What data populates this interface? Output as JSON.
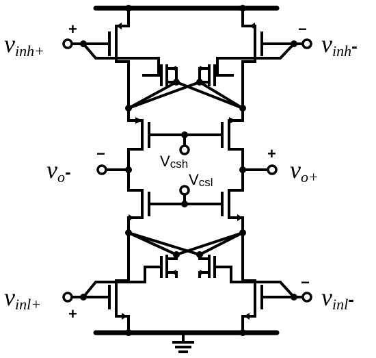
{
  "diagram": {
    "labels": {
      "vinh_plus": {
        "main": "v",
        "sub": "inh+"
      },
      "vinh_minus": {
        "main": "v",
        "sub": "inh",
        "suffix": "-"
      },
      "vo_minus": {
        "main": "v",
        "sub": "o",
        "suffix": "-"
      },
      "vo_plus": {
        "main": "v",
        "sub": "o+"
      },
      "vinl_plus": {
        "main": "v",
        "sub": "inl+"
      },
      "vinl_minus": {
        "main": "v",
        "sub": "inl",
        "suffix": "-"
      },
      "vcsh": {
        "main": "V",
        "sub": "csh"
      },
      "vcsl": {
        "main": "V",
        "sub": "csl"
      }
    },
    "signs": {
      "vinh_plus": "+",
      "vinh_minus": "−",
      "vo_minus": "−",
      "vo_plus": "+",
      "vinl_plus": "+",
      "vinl_minus": "−"
    }
  }
}
